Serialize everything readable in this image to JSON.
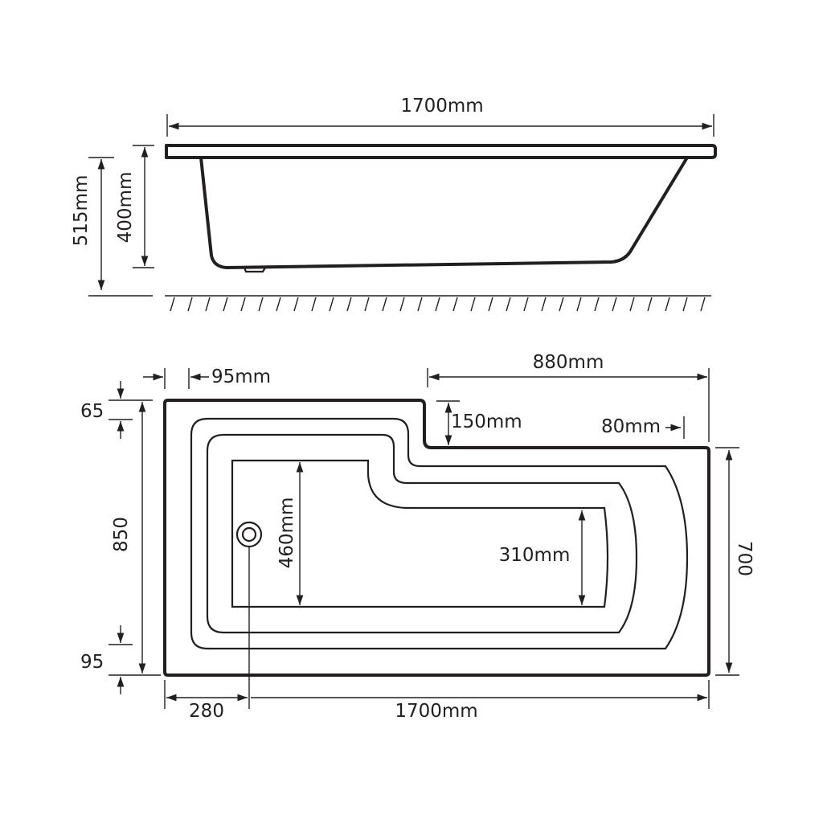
{
  "side_view": {
    "length_label": "1700mm",
    "overall_height_label": "515mm",
    "depth_label": "400mm"
  },
  "plan_view": {
    "rim_left_label": "95mm",
    "shower_end_width_label": "880mm",
    "step_label": "150mm",
    "rim_right_label": "80mm",
    "rim_top_label": "65",
    "width_label": "850",
    "rim_bottom_label": "95",
    "floor_width_label": "460mm",
    "floor_narrow_width_label": "310mm",
    "narrow_width_label": "700",
    "waste_offset_label": "280",
    "length_label": "1700mm"
  },
  "colors": {
    "line": "#231f20",
    "background": "#ffffff"
  }
}
